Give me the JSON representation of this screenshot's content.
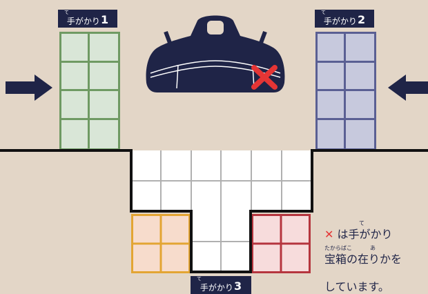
{
  "clues": {
    "clue1": {
      "ruby": "て",
      "label": "手がかり",
      "number": "1"
    },
    "clue2": {
      "ruby": "て",
      "label": "手がかり",
      "number": "2"
    },
    "clue3": {
      "ruby": "て",
      "label": "手がかり",
      "number": "3"
    }
  },
  "colors": {
    "background": "#e3d6c7",
    "navy": "#1f2447",
    "green_fill": "#d9e6d7",
    "green_line": "#6f9a63",
    "blue_fill": "#c7c9dd",
    "blue_line": "#5a5f93",
    "orange_fill": "#f7dccc",
    "orange_line": "#e3a533",
    "red_fill": "#f7dcdc",
    "red_line": "#b5353e",
    "mark_red": "#e53535"
  },
  "note": {
    "line1_ruby": "て",
    "line1_prefix": "✕",
    "line1": "は手がかり",
    "line2_ruby_a": "たからばこ",
    "line2_ruby_b": "あ",
    "line2": "宝箱の在りかを",
    "line3": "しています。"
  },
  "icons": [
    "arrow-right-icon",
    "arrow-left-icon",
    "bag-icon",
    "cross-mark-icon"
  ]
}
